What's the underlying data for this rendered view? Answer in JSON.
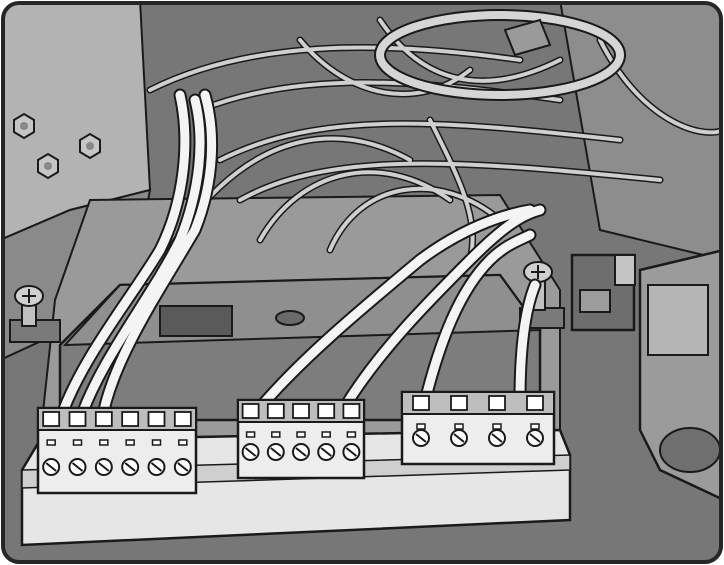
{
  "illustration": {
    "subject": "wiring-harness-terminal-blocks",
    "colors": {
      "outline": "#1a1a1a",
      "background_dark": "#6e6e6e",
      "panel": "#8c8c8c",
      "panel_light": "#a8a8a8",
      "wire": "#f2f2f2",
      "wire_grey": "#cfcfcf",
      "terminal_body": "#ededed",
      "terminal_shadow": "#bdbdbd",
      "frame_border": "#262626"
    },
    "icons": {
      "screw": "phillips-screw",
      "nut": "hex-nut",
      "terminal": "terminal-block"
    },
    "terminal_blocks": [
      {
        "name": "left-terminal-block",
        "positions": 6
      },
      {
        "name": "middle-terminal-block",
        "positions": 5
      },
      {
        "name": "right-terminal-block",
        "positions": 4
      }
    ]
  }
}
